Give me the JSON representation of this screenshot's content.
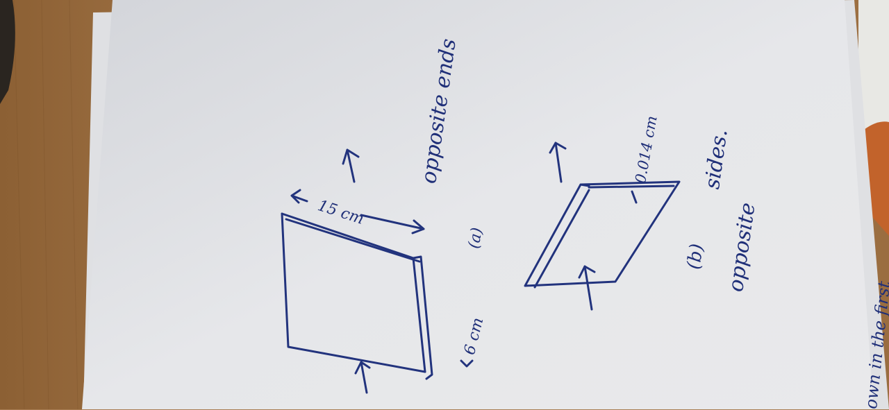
{
  "figure_a": {
    "label": "(a)",
    "caption": "opposite ends",
    "dim_long": "15 cm",
    "dim_short": "6 cm"
  },
  "figure_b": {
    "label": "(b)",
    "caption_line1": "opposite",
    "caption_line2": "sides.",
    "dim_thickness": "0.014 cm"
  },
  "bottom_partial_text": "own in the first"
}
